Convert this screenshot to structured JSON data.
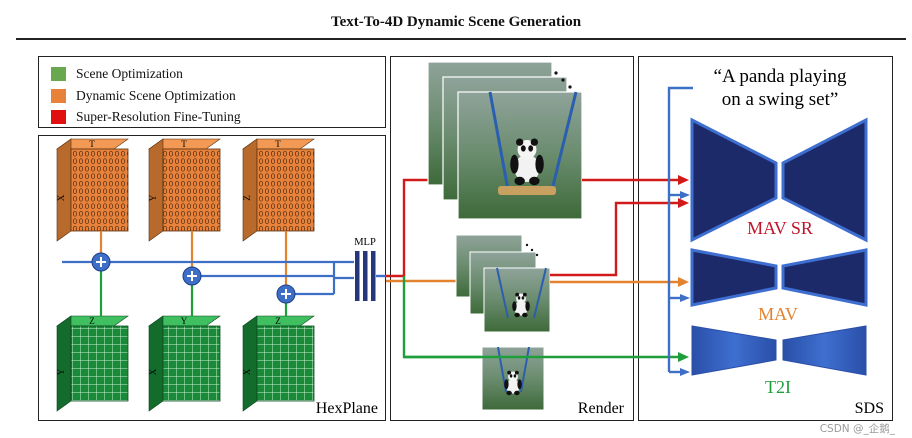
{
  "title": "Text-To-4D Dynamic Scene Generation",
  "legend": [
    {
      "label": "Scene Optimization",
      "color": "#6aa84f"
    },
    {
      "label": "Dynamic Scene Optimization",
      "color": "#e8823a"
    },
    {
      "label": "Super-Resolution Fine-Tuning",
      "color": "#e01010"
    }
  ],
  "panels": {
    "hexplane": "HexPlane",
    "render": "Render",
    "sds": "SDS"
  },
  "mlp_label": "MLP",
  "prompt_line1": "“A panda playing",
  "prompt_line2": "on a swing set”",
  "models": {
    "mav_sr": "MAV SR",
    "mav": "MAV",
    "t2i": "T2I"
  },
  "axes_top": [
    [
      "T",
      "X"
    ],
    [
      "T",
      "Y"
    ],
    [
      "T",
      "Z"
    ]
  ],
  "axes_bottom": [
    [
      "Z",
      "Y"
    ],
    [
      "Y",
      "X"
    ],
    [
      "Z",
      "X"
    ]
  ],
  "watermark": "CSDN @_企鹅_",
  "colors": {
    "red": "#d11a1a",
    "orange": "#e3822f",
    "green": "#1f9e3c",
    "blue": "#3d6fc6",
    "dark_blue": "#25377a"
  }
}
